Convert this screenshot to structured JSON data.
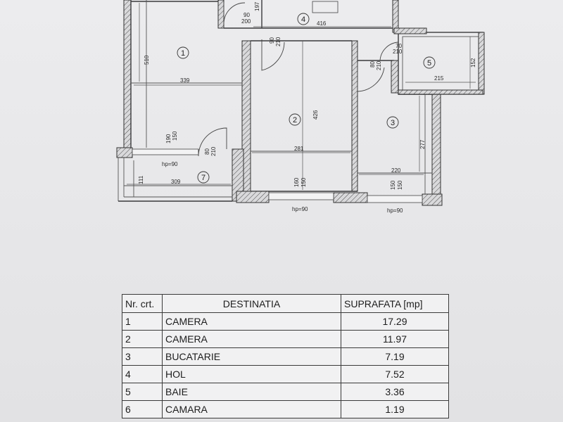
{
  "plan": {
    "rooms": [
      {
        "id": "1"
      },
      {
        "id": "2"
      },
      {
        "id": "3"
      },
      {
        "id": "4"
      },
      {
        "id": "5"
      },
      {
        "id": "7"
      }
    ],
    "dimensions": {
      "d510": "510",
      "d339": "339",
      "d416": "416",
      "d197": "197",
      "d90_200_a": "90",
      "d90_200_b": "200",
      "d90_210_a": "90",
      "d90_210_b": "210",
      "d70_210_a": "70",
      "d70_210_b": "210",
      "d80_210_a": "80",
      "d80_210_b": "210",
      "d152": "152",
      "d215": "215",
      "d426": "426",
      "d190_150_a": "190",
      "d190_150_b": "150",
      "d80_210_c": "80",
      "d80_210_d": "210",
      "d281": "281",
      "d277": "277",
      "d220": "220",
      "d111": "111",
      "d309": "309",
      "d160_150_a": "160",
      "d160_150_b": "150",
      "d150_150_a": "150",
      "d150_150_b": "150",
      "hp1": "hp=90",
      "hp2": "hp=90",
      "hp3": "hp=90"
    }
  },
  "table": {
    "headers": {
      "nr": "Nr. crt.",
      "dest": "DESTINATIA",
      "sup": "SUPRAFATA [mp]"
    },
    "rows": [
      {
        "nr": "1",
        "dest": "CAMERA",
        "sup": "17.29"
      },
      {
        "nr": "2",
        "dest": "CAMERA",
        "sup": "11.97"
      },
      {
        "nr": "3",
        "dest": "BUCATARIE",
        "sup": "7.19"
      },
      {
        "nr": "4",
        "dest": "HOL",
        "sup": "7.52"
      },
      {
        "nr": "5",
        "dest": "BAIE",
        "sup": "3.36"
      },
      {
        "nr": "6",
        "dest": "CAMARA",
        "sup": "1.19"
      }
    ]
  }
}
